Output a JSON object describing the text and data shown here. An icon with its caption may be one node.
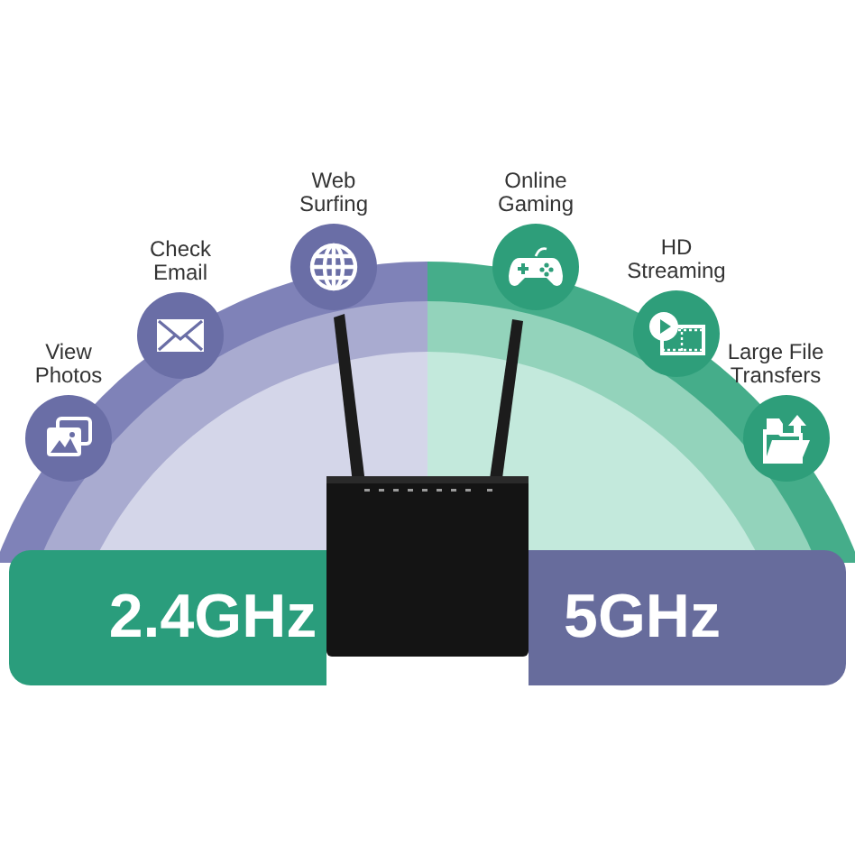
{
  "diagram": {
    "nodes": [
      {
        "text": [
          "View Photos"
        ]
      },
      {
        "text": [
          "Check Email"
        ]
      },
      {
        "text": [
          "Web Surfing"
        ]
      },
      {
        "text": [
          "Online Gaming"
        ]
      },
      {
        "text": [
          "HD Streaming"
        ]
      },
      {
        "text": [
          "Large File Transfers"
        ]
      },
      {
        "text": [
          "2.4GHz"
        ]
      },
      {
        "text": [
          "5GHz"
        ]
      }
    ],
    "edges": []
  }
}
